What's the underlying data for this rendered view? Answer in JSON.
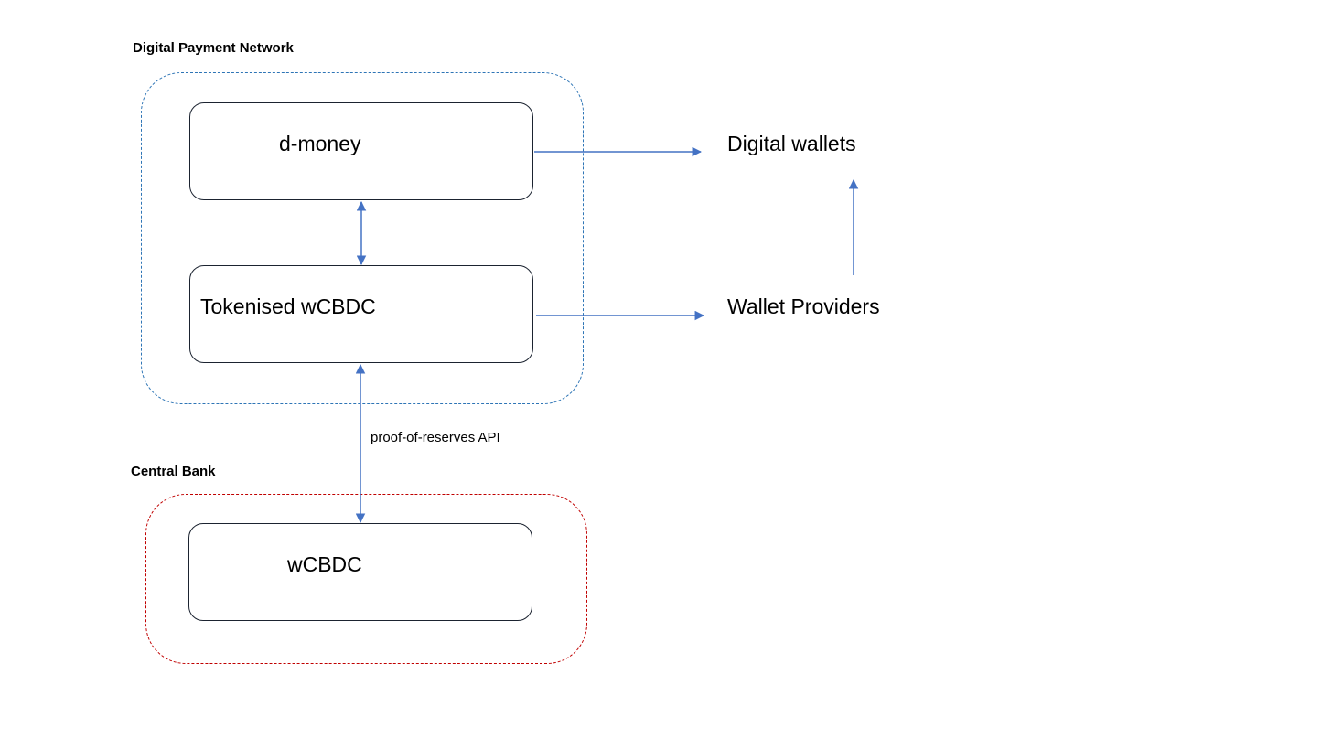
{
  "colors": {
    "arrow": "#4472c4",
    "network_border": "#2e75b6",
    "central_bank_border": "#c00000",
    "node_border": "#1b2330"
  },
  "groups": {
    "digital_payment_network": {
      "label": "Digital Payment Network"
    },
    "central_bank": {
      "label": "Central Bank"
    }
  },
  "nodes": {
    "d_money": {
      "label": "d-money"
    },
    "tokenised_wcbdc": {
      "label": "Tokenised wCBDC"
    },
    "wcbdc": {
      "label": "wCBDC"
    }
  },
  "external": {
    "digital_wallets": {
      "label": "Digital wallets"
    },
    "wallet_providers": {
      "label": "Wallet Providers"
    }
  },
  "edges": {
    "proof_of_reserves": {
      "label": "proof-of-reserves API"
    }
  }
}
